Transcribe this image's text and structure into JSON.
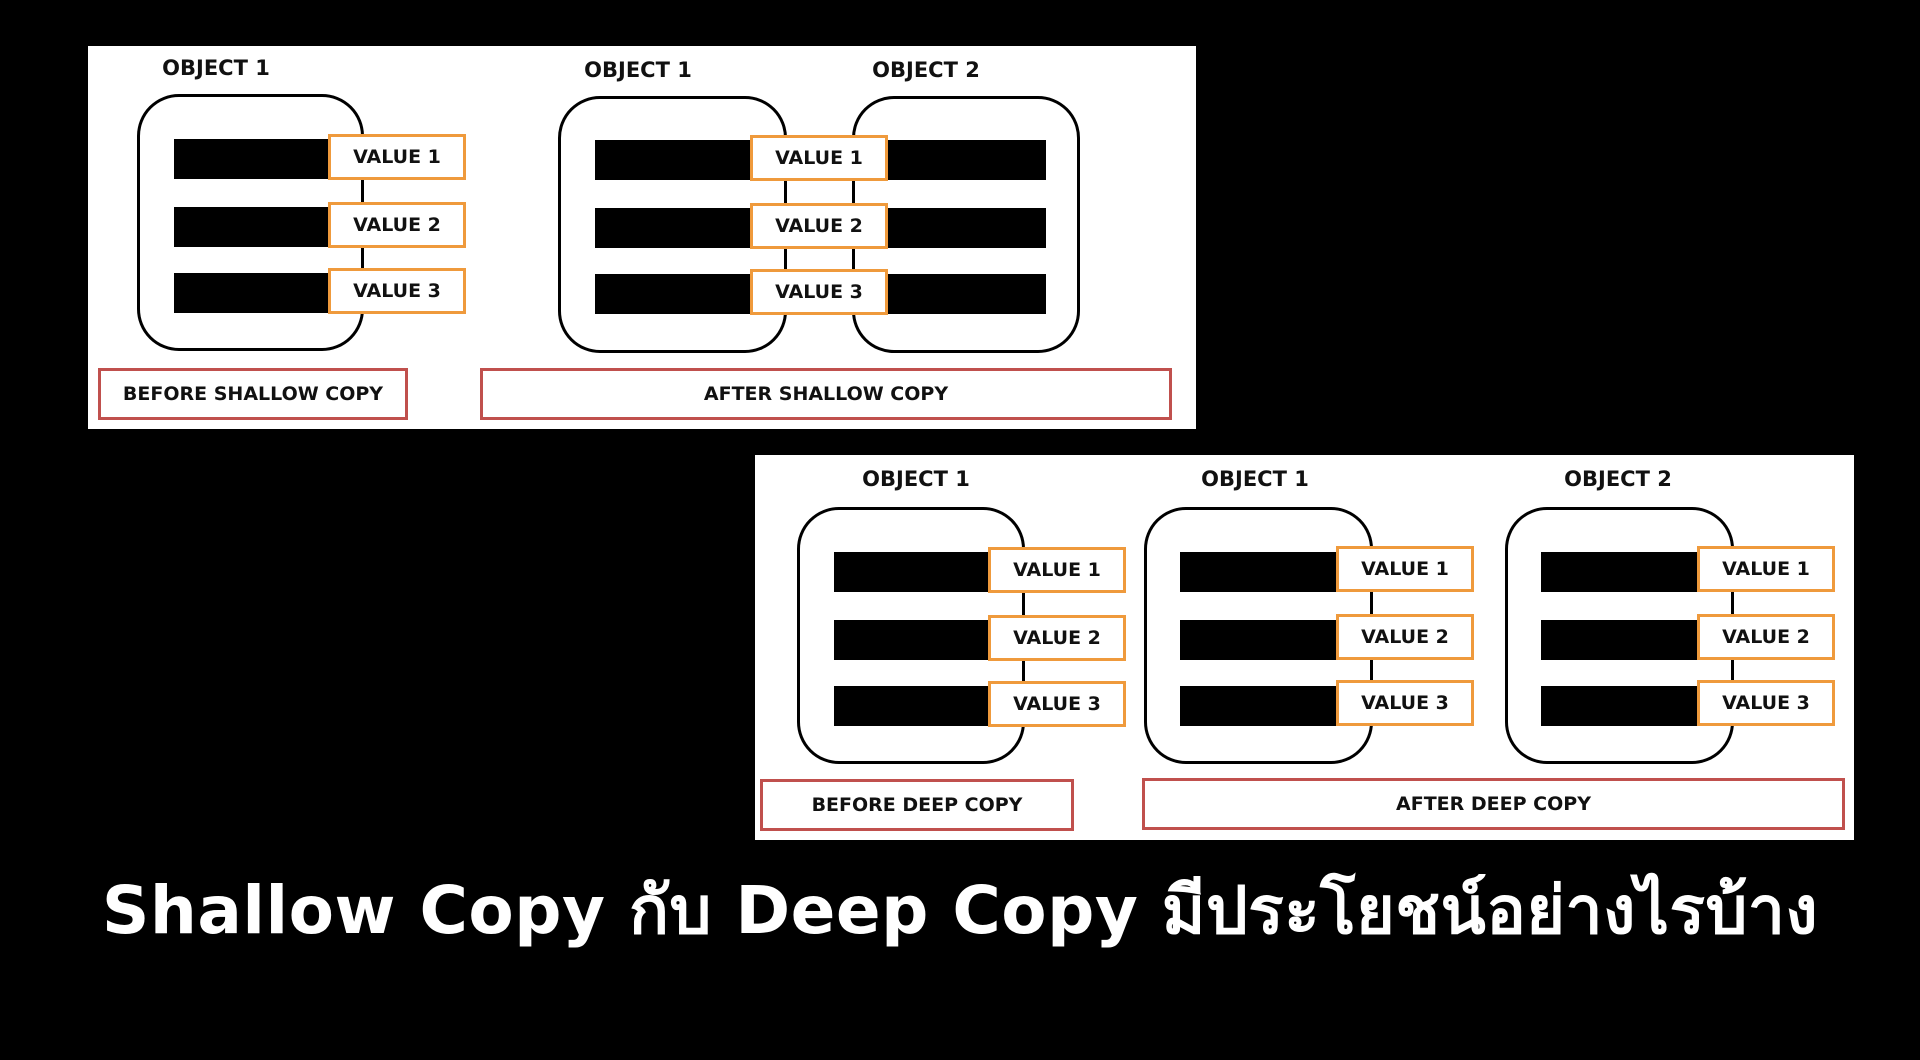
{
  "shallow": {
    "before": {
      "title": "OBJECT 1",
      "values": [
        "VALUE 1",
        "VALUE 2",
        "VALUE 3"
      ],
      "caption": "BEFORE SHALLOW COPY"
    },
    "after": {
      "obj1_title": "OBJECT 1",
      "obj2_title": "OBJECT 2",
      "values": [
        "VALUE 1",
        "VALUE 2",
        "VALUE 3"
      ],
      "caption": "AFTER SHALLOW COPY"
    }
  },
  "deep": {
    "before": {
      "title": "OBJECT 1",
      "values": [
        "VALUE 1",
        "VALUE 2",
        "VALUE 3"
      ],
      "caption": "BEFORE DEEP COPY"
    },
    "after": {
      "obj1_title": "OBJECT 1",
      "obj1_values": [
        "VALUE 1",
        "VALUE 2",
        "VALUE 3"
      ],
      "obj2_title": "OBJECT 2",
      "obj2_values": [
        "VALUE 1",
        "VALUE 2",
        "VALUE 3"
      ],
      "caption": "AFTER DEEP COPY"
    }
  },
  "headline": "Shallow Copy กับ Deep Copy มีประโยชน์อย่างไรบ้าง",
  "colors": {
    "value_border": "#ef9a3c",
    "caption_border": "#c0504d",
    "background": "#000000",
    "panel": "#ffffff"
  }
}
